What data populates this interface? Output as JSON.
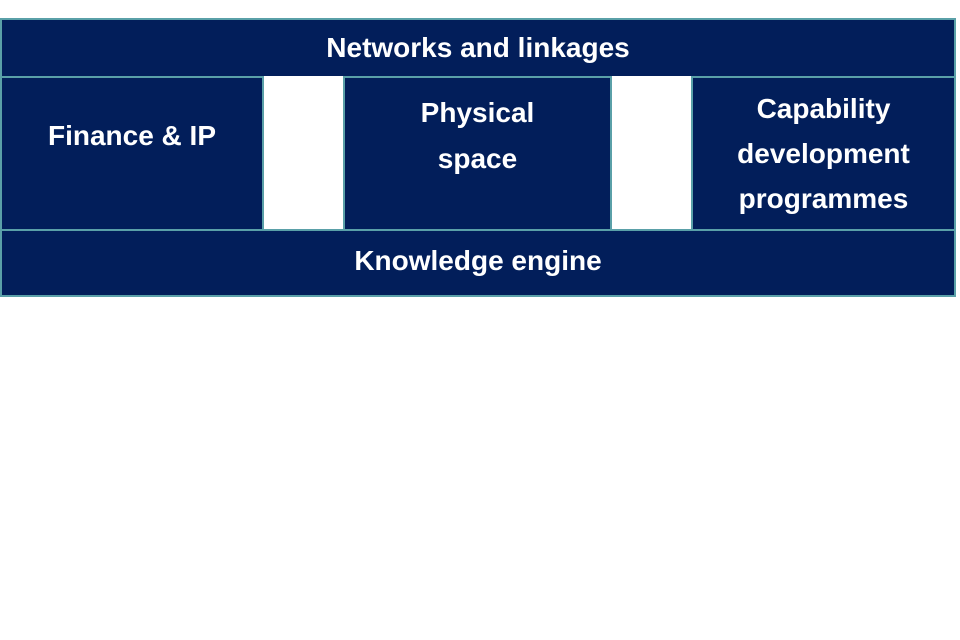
{
  "diagram": {
    "top_bar": {
      "label": "Networks and linkages"
    },
    "pillars": [
      {
        "label": "Finance & IP"
      },
      {
        "label": "Physical\nspace"
      },
      {
        "label": "Capability\ndevelopment\nprogrammes"
      }
    ],
    "bottom_bar": {
      "label": "Knowledge engine"
    }
  },
  "colors": {
    "block_fill": "#021e5a",
    "block_border": "#5aa0a8",
    "text": "#ffffff",
    "background": "#ffffff"
  }
}
